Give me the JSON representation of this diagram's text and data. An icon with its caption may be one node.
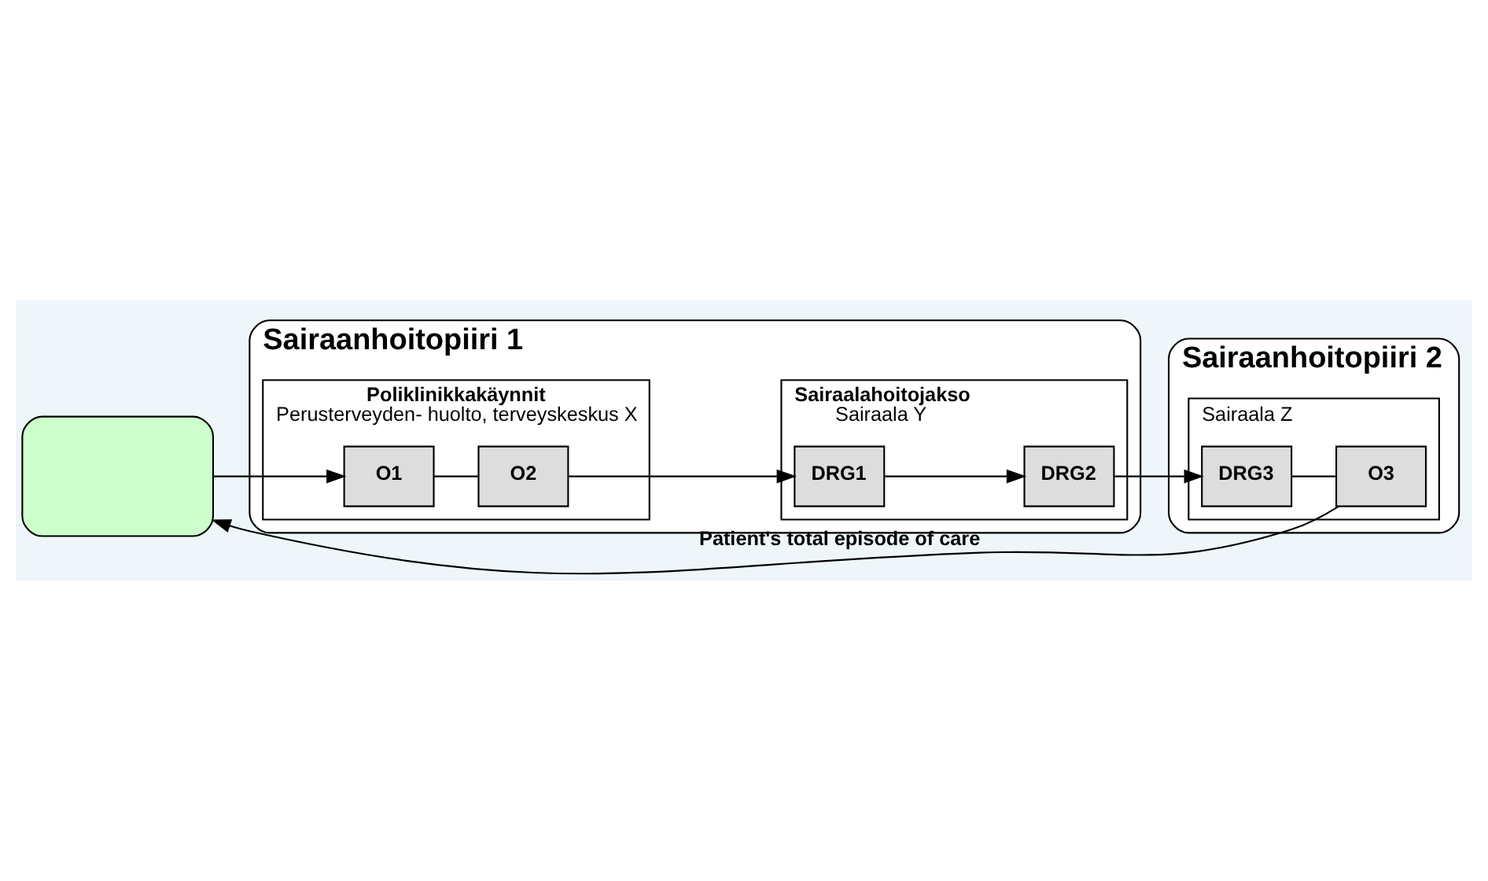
{
  "diagram": {
    "nodes": [
      {
        "text": [
          "Sairaanhoitopiiri 1"
        ]
      },
      {
        "text": [],
        "shape": "box"
      },
      {
        "text": [
          "Sairaanhoitopiiri 2"
        ]
      },
      {
        "text": [
          "Poliklinikkakäynnit"
        ],
        "beside": [
          "Perusterveyden- huolto, terveyskeskus X"
        ],
        "in": 0
      },
      {
        "text": [
          "O1"
        ],
        "in": 3
      },
      {
        "text": [
          "O2"
        ],
        "in": 3
      },
      {
        "text": [
          "Sairaalahoitojakso"
        ],
        "beside": [
          "Sairaala Y"
        ],
        "in": 0
      },
      {
        "text": [
          "DRG1"
        ],
        "in": 6
      },
      {
        "text": [
          "DRG2"
        ],
        "in": 6
      },
      {
        "text": [],
        "shape": "box",
        "beside": [
          "Sairaala Z"
        ],
        "in": 2
      },
      {
        "text": [
          "DRG3"
        ],
        "in": 9
      },
      {
        "text": [
          "O3"
        ],
        "in": 9
      }
    ],
    "edges": [
      {
        "from": 1,
        "to": 4,
        "arrow": "to"
      },
      {
        "from": 4,
        "to": 5,
        "arrow": "none"
      },
      {
        "from": 5,
        "to": 7,
        "arrow": "to"
      },
      {
        "from": 7,
        "to": 8,
        "arrow": "to"
      },
      {
        "from": 8,
        "to": 10,
        "arrow": "to"
      },
      {
        "from": 10,
        "to": 11,
        "arrow": "none"
      },
      {
        "from": 11,
        "to": 1,
        "arrow": "to",
        "label": "Patient's total episode of care"
      }
    ]
  }
}
